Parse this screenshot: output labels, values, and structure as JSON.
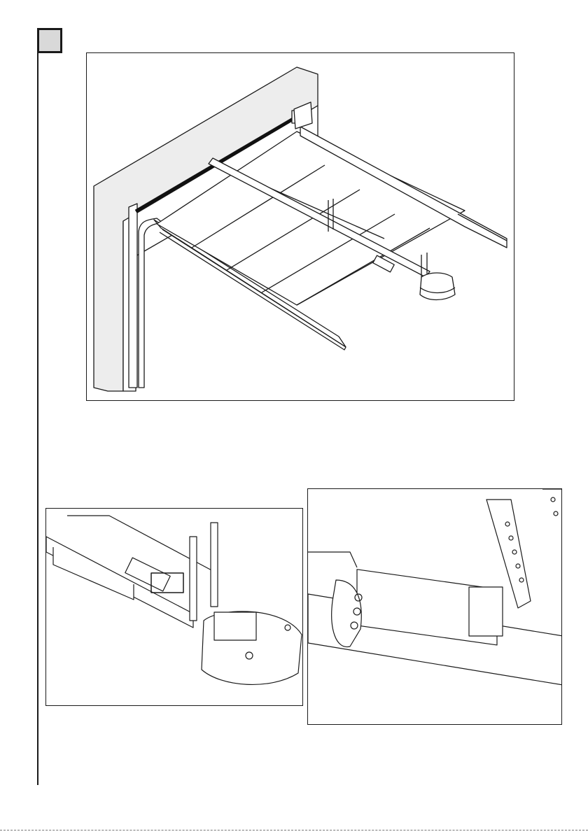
{
  "page": {
    "step_marker": {
      "fill": "#d9d9d9",
      "stroke": "#1a1a1a"
    },
    "line_color": "#1a1a1a"
  },
  "figures": [
    {
      "id": "overview",
      "icon": "garage-door-opener-overview-illustration"
    },
    {
      "id": "detail-left",
      "icon": "opener-motor-head-and-rail-illustration"
    },
    {
      "id": "detail-right",
      "icon": "rail-carriage-closeup-illustration"
    }
  ]
}
